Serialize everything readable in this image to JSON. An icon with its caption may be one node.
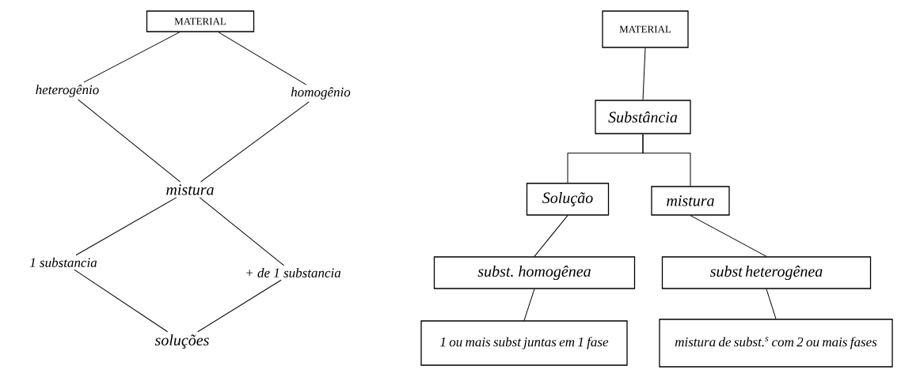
{
  "diagram": {
    "nodes": [
      {
        "text": [
          "MATERIAL"
        ]
      },
      {
        "text": [
          "heterogênio"
        ]
      },
      {
        "text": [
          "homogênio"
        ]
      },
      {
        "text": [
          "mistura"
        ]
      },
      {
        "text": [
          "1 substancia"
        ]
      },
      {
        "text": [
          "+ de 1 substancia"
        ]
      },
      {
        "text": [
          "soluções"
        ]
      },
      {
        "text": [
          "MATERIAL"
        ]
      },
      {
        "text": [
          "Substância"
        ]
      },
      {
        "text": [
          "Solução"
        ]
      },
      {
        "text": [
          "mistura"
        ]
      },
      {
        "text": [
          "subst. homogênea"
        ]
      },
      {
        "text": [
          "subst heterogênea"
        ]
      },
      {
        "text": [
          "1 ou mais subst juntas em 1 fase"
        ]
      },
      {
        "text": [
          "mistura de subst.$^{s}$ com 2 ou mais fases"
        ]
      }
    ],
    "edges": [
      {
        "from": 0,
        "to": 1,
        "arrow": "none"
      },
      {
        "from": 0,
        "to": 2,
        "arrow": "none"
      },
      {
        "from": 1,
        "to": 3,
        "arrow": "none"
      },
      {
        "from": 2,
        "to": 3,
        "arrow": "none"
      },
      {
        "from": 3,
        "to": 4,
        "arrow": "none"
      },
      {
        "from": 3,
        "to": 5,
        "arrow": "none"
      },
      {
        "from": 4,
        "to": 6,
        "arrow": "none"
      },
      {
        "from": 5,
        "to": 6,
        "arrow": "none"
      },
      {
        "from": 7,
        "to": 8,
        "arrow": "none"
      },
      {
        "from": 8,
        "to": 9,
        "arrow": "none"
      },
      {
        "from": 8,
        "to": 10,
        "arrow": "none"
      },
      {
        "from": 9,
        "to": 11,
        "arrow": "none"
      },
      {
        "from": 10,
        "to": 12,
        "arrow": "none"
      },
      {
        "from": 11,
        "to": 13,
        "arrow": "none"
      },
      {
        "from": 12,
        "to": 14,
        "arrow": "none"
      }
    ]
  }
}
